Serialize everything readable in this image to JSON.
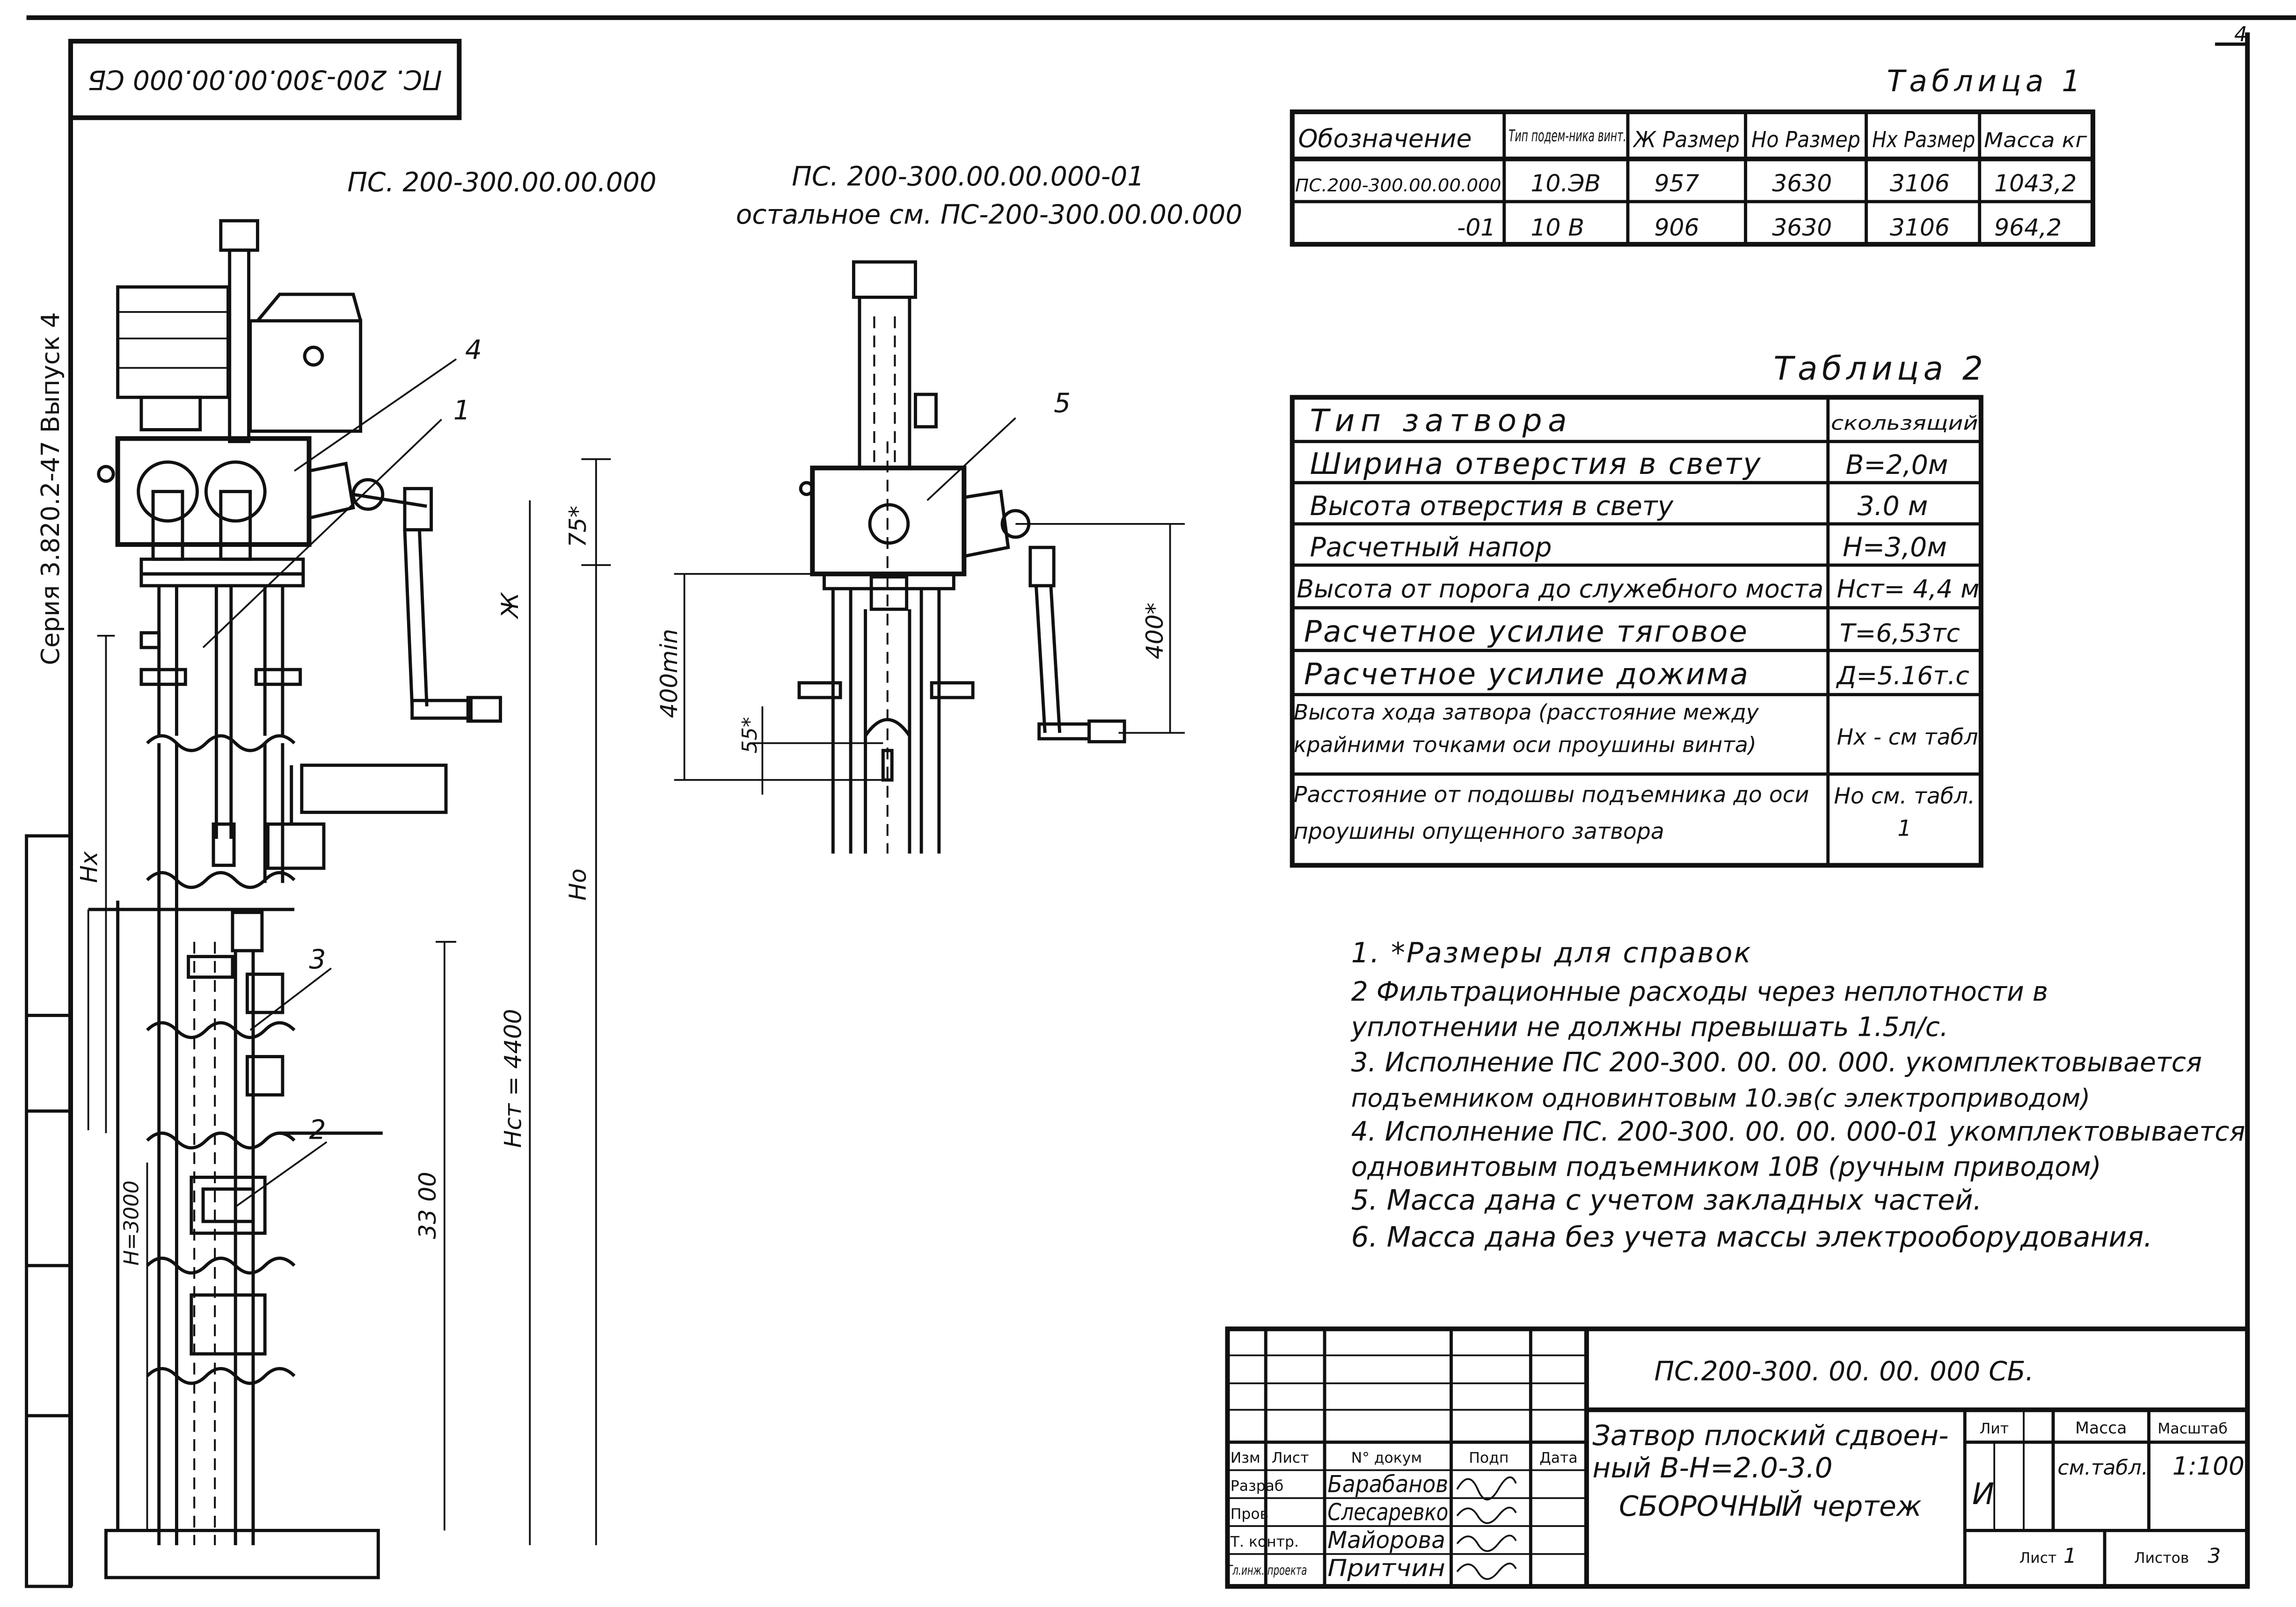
{
  "header": {
    "stamp_code": "ПС. 200-300.00.00.000 СБ",
    "sheet_number": "4",
    "series_label": "Серия 3.820.2-47 Выпуск 4"
  },
  "views": {
    "main_title": "ПС. 200-300.00.00.000",
    "variant_title_line1": "ПС. 200-300.00.00.000-01",
    "variant_title_line2": "остальное см. ПС-200-300.00.00.000"
  },
  "callouts": {
    "c1": "1",
    "c2": "2",
    "c3": "3",
    "c4": "4",
    "c5": "5"
  },
  "dimensions": {
    "d75": "75*",
    "zh": "Ж",
    "ho": "Нo",
    "hx": "Нх",
    "hst": "Нст = 4400",
    "h3000": "Н=3000",
    "d3300": "33 00",
    "d400min": "400min",
    "d55": "55*",
    "d400": "400*"
  },
  "table1": {
    "title": "Таблица 1",
    "headers": [
      "Обозначение",
      "Тип подем-ника винт.",
      "Ж Размер",
      "Нo Размер",
      "Нх Размер",
      "Масса кг"
    ],
    "rows": [
      [
        "ПС.200-300.00.00.000",
        "10.ЭВ",
        "957",
        "3630",
        "3106",
        "1043,2"
      ],
      [
        "-01",
        "10 В",
        "906",
        "3630",
        "3106",
        "964,2"
      ]
    ]
  },
  "table2": {
    "title": "Таблица 2",
    "rows": [
      [
        "Тип  затвора",
        "скользящий"
      ],
      [
        "Ширина  отверстия  в свету",
        "В=2,0м"
      ],
      [
        "Высота  отверстия в свету",
        "3.0 м"
      ],
      [
        "Расчетный  напор",
        "Н=3,0м"
      ],
      [
        "Высота от порога до служебного моста",
        "Нст= 4,4 м"
      ],
      [
        "Расчетное  усилие  тяговое",
        "Т=6,53тс"
      ],
      [
        "Расчетное  усилие  дожима",
        "Д=5.16т.с"
      ],
      [
        "Высота хода затвора (расстояние между крайними точками оси проушины винта)",
        "Нх - см табл"
      ],
      [
        "Расстояние от подошвы подъемника до оси проушины опущенного затвора",
        "Нo см. табл. 1"
      ]
    ]
  },
  "notes": [
    "1. *Размеры для  справок",
    "2  Фильтрационные расходы через неплотности в",
    "    уплотнении не должны превышать 1.5л/с.",
    "3.  Исполнение ПС 200-300. 00. 00. 000. укомплектовывается",
    "    подъемником одновинтовым 10.эв(с электроприводом)",
    "4.  Исполнение ПС. 200-300. 00. 00. 000-01 укомплектовывается",
    "    одновинтовым подъемником 10В (ручным приводом)",
    "5.  Масса дана с учетом закладных  частей.",
    "6.  Масса дана без учета массы электрооборудования."
  ],
  "title_block": {
    "doc_code": "ПС.200-300. 00. 00. 000  СБ.",
    "title_line1": "Затвор плоский сдвоен-",
    "title_line2": "ный В-Н=2.0-3.0",
    "title_line3": "СБОРОЧНЫЙ чертеж",
    "col_izm": "Изм",
    "col_list": "Лист",
    "col_ndokum": "N° докум",
    "col_podp": "Подп",
    "col_data": "Дата",
    "role_razrab": "Разраб",
    "role_prov": "Пров",
    "role_tkontr": "Т. контр.",
    "role_glinzh": "Гл.инж. проекта",
    "name_razrab": "Барабанов",
    "name_prov": "Слесаревко",
    "name_tkontr": "Майорова",
    "name_glinzh": "Притчин",
    "lit_label": "Лит",
    "lit_value": "И",
    "mass_label": "Масса",
    "mass_value": "см.табл.",
    "scale_label": "Масштаб",
    "scale_value": "1:100",
    "sheet_label": "Лист",
    "sheet_value": "1",
    "sheets_label": "Листов",
    "sheets_value": "3"
  }
}
